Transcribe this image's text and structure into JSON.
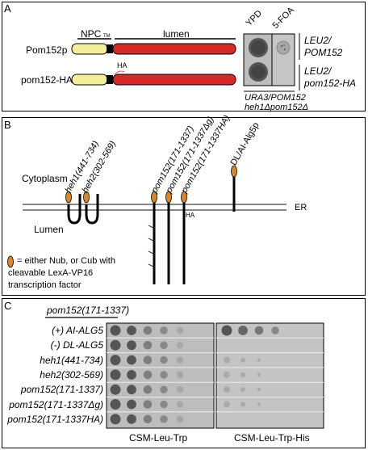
{
  "panelA": {
    "label": "A",
    "npc": "NPC",
    "tm": "TM",
    "lumen": "lumen",
    "pom152p": "Pom152p",
    "pom152ha": "pom152-HA",
    "ha": "HA",
    "ypd": "YPD",
    "foa": "5-FOA",
    "row1": [
      "LEU2/",
      "POM152"
    ],
    "row2": [
      "LEU2/",
      "pom152-HA"
    ],
    "strain": [
      "URA3/POM152",
      "heh1Δpom152Δ"
    ]
  },
  "panelB": {
    "label": "B",
    "cytoplasm": "Cytoplasm",
    "lumen": "Lumen",
    "er": "ER",
    "ha": "HA",
    "constructs": [
      "heh1(441-734)",
      "heh2(302-569)",
      "pom152(171-1337)",
      "pom152(171-1337Δg)",
      "pom152(171-1337HA)",
      "DL/AI-Alg5p"
    ],
    "legend": [
      "= either Nub, or Cub with",
      "cleavable LexA-VP16",
      "transcription factor"
    ]
  },
  "panelC": {
    "label": "C",
    "header": "pom152(171-1337)",
    "rows": [
      "(+) AI-ALG5",
      "(-) DL-ALG5",
      "heh1(441-734)",
      "heh2(302-569)",
      "pom152(171-1337)",
      "pom152(171-1337Δg)",
      "pom152(171-1337HA)"
    ],
    "plate1": "CSM-Leu-Trp",
    "plate2": "CSM-Leu-Trp-His"
  },
  "colors": {
    "lumenRed": "#d42a2a",
    "yellow": "#f2ef9a",
    "orange": "#d9852a",
    "plateGray": "#bdbdbd"
  }
}
